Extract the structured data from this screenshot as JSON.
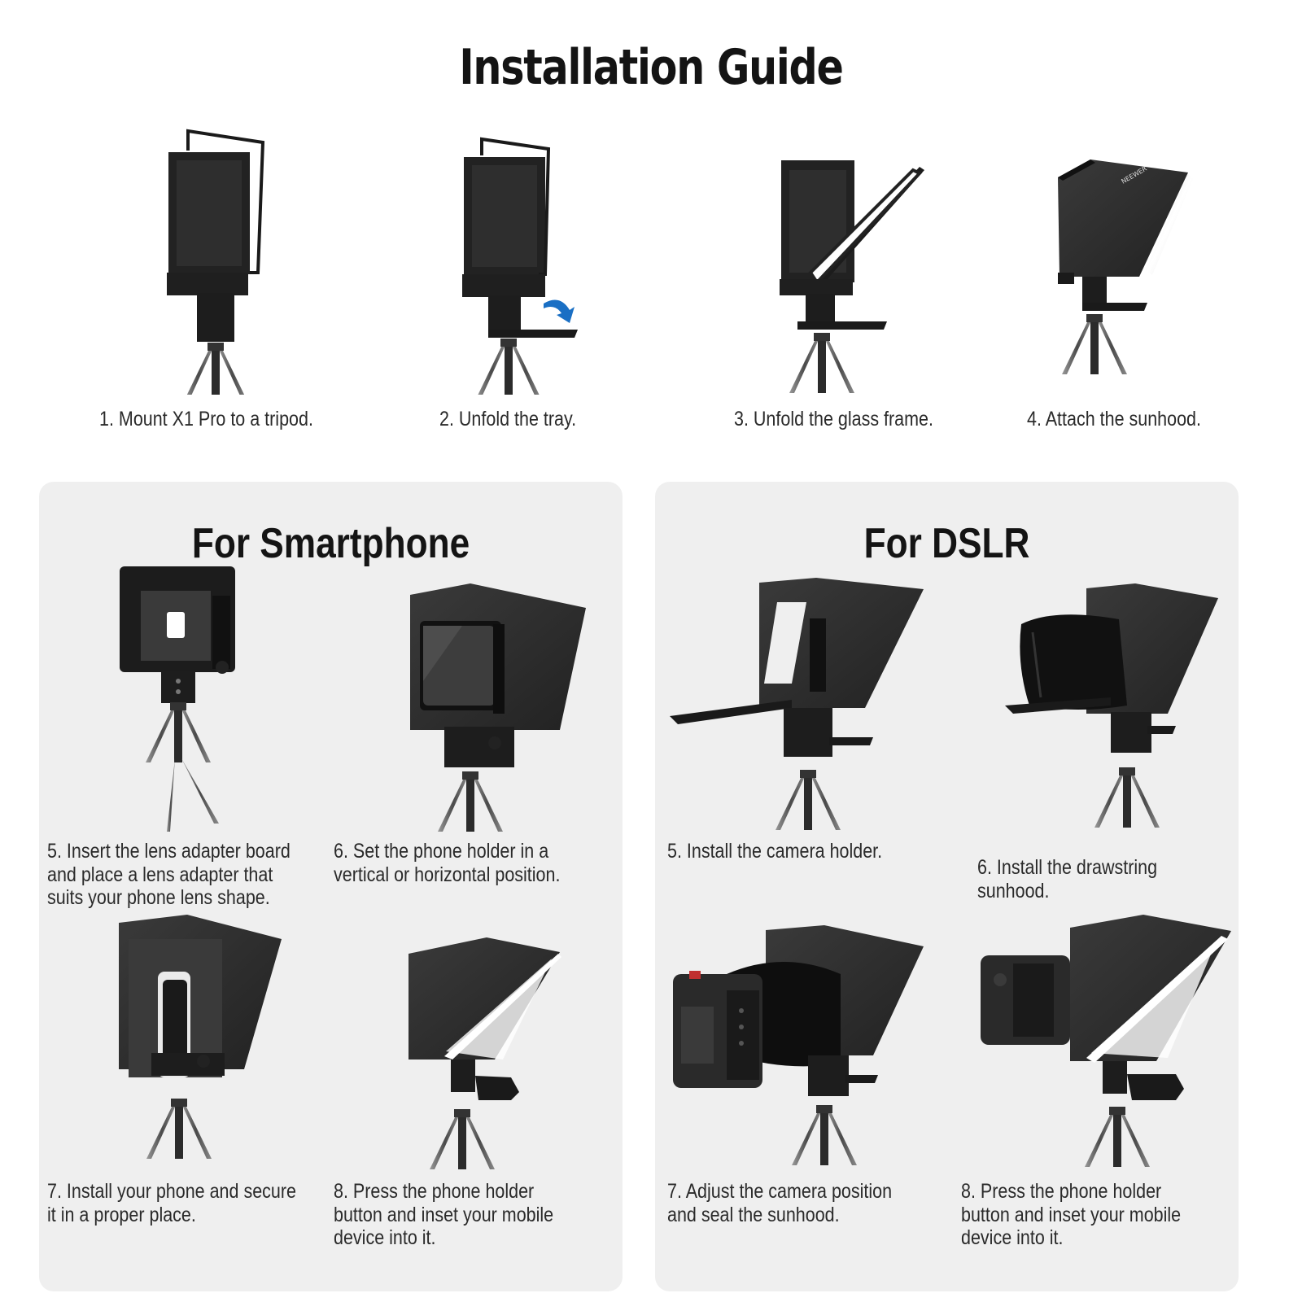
{
  "title": "Installation Guide",
  "steps": [
    {
      "label": "1. Mount X1 Pro to a tripod.",
      "image": "teleprompter-folded-on-tripod"
    },
    {
      "label": "2. Unfold the tray.",
      "image": "teleprompter-tray-unfolding",
      "annotation": "blue-curved-arrow"
    },
    {
      "label": "3. Unfold the glass frame.",
      "image": "teleprompter-glass-frame-open"
    },
    {
      "label": "4. Attach the sunhood.",
      "image": "teleprompter-sunhood-attached"
    }
  ],
  "smartphone": {
    "title": "For Smartphone",
    "steps": [
      {
        "label": "5. Insert the lens adapter board\nand place a lens adapter that\nsuits your phone lens shape.",
        "image": "lens-adapter-board"
      },
      {
        "label": "6. Set the phone holder in a\nvertical or horizontal position.",
        "image": "phone-holder-position"
      },
      {
        "label": "7. Install your phone and secure\nit in a proper place.",
        "image": "phone-installed"
      },
      {
        "label": "8. Press the phone holder\nbutton and inset your mobile\ndevice into it.",
        "image": "phone-holder-mobile-device"
      }
    ]
  },
  "dslr": {
    "title": "For DSLR",
    "steps": [
      {
        "label": "5. Install the camera holder.",
        "image": "camera-holder-installed"
      },
      {
        "label": "6. Install the drawstring\nsunhood.",
        "image": "drawstring-sunhood"
      },
      {
        "label": "7. Adjust the camera position\nand seal the sunhood.",
        "image": "camera-sealed-sunhood"
      },
      {
        "label": "8. Press the phone holder\nbutton and inset your mobile\ndevice into it.",
        "image": "camera-and-phone-holder"
      }
    ]
  },
  "brand": "NEEWER",
  "colors": {
    "panel_bg": "#efefef",
    "device": "#1e1e1e",
    "arrow": "#1a6fc4",
    "text": "#2a2a2a"
  }
}
